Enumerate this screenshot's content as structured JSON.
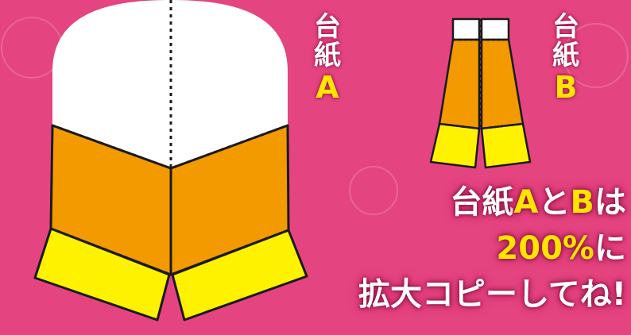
{
  "colors": {
    "background": "#e4447f",
    "top_white": "#ffffff",
    "middle_orange": "#f29a00",
    "bottom_yellow": "#fff200",
    "outline": "#1a1a1a",
    "highlight_text": "#ffe500"
  },
  "sheet_a": {
    "kanji_1": "台",
    "kanji_2": "紙",
    "letter": "A"
  },
  "sheet_b": {
    "kanji_1": "台",
    "kanji_2": "紙",
    "letter": "B"
  },
  "note": {
    "line1": {
      "part1": "台紙",
      "a": "A",
      "part2": "と",
      "b": "B",
      "part3": "は"
    },
    "line2": {
      "percent": "200%",
      "suffix": "に"
    },
    "line3": "拡大コピーしてね!"
  }
}
